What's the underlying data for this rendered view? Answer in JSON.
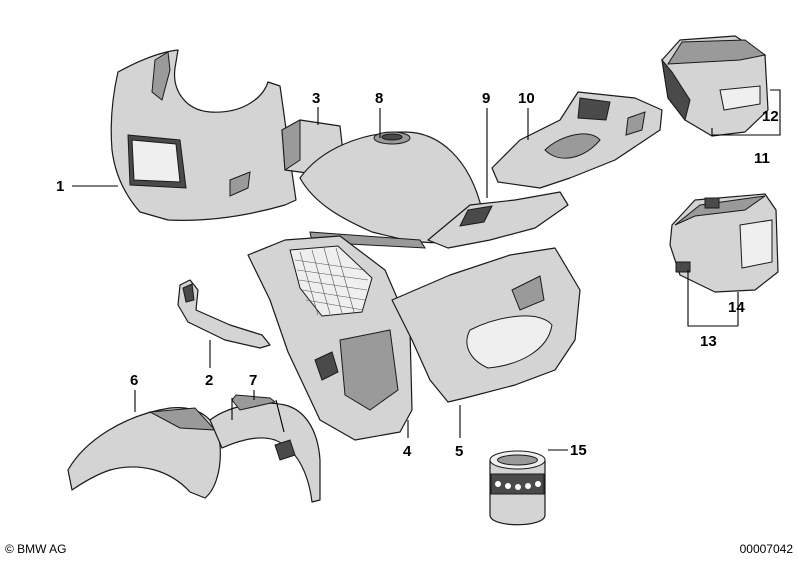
{
  "diagram": {
    "callouts": [
      {
        "id": "1",
        "label": "1"
      },
      {
        "id": "2",
        "label": "2"
      },
      {
        "id": "3",
        "label": "3"
      },
      {
        "id": "4",
        "label": "4"
      },
      {
        "id": "5",
        "label": "5"
      },
      {
        "id": "6",
        "label": "6"
      },
      {
        "id": "7",
        "label": "7"
      },
      {
        "id": "8",
        "label": "8"
      },
      {
        "id": "9",
        "label": "9"
      },
      {
        "id": "10",
        "label": "10"
      },
      {
        "id": "11",
        "label": "11"
      },
      {
        "id": "12",
        "label": "12"
      },
      {
        "id": "13",
        "label": "13"
      },
      {
        "id": "14",
        "label": "14"
      },
      {
        "id": "15",
        "label": "15"
      }
    ]
  },
  "footer": {
    "copyright": "© BMW AG",
    "drawing_number": "00007042"
  }
}
